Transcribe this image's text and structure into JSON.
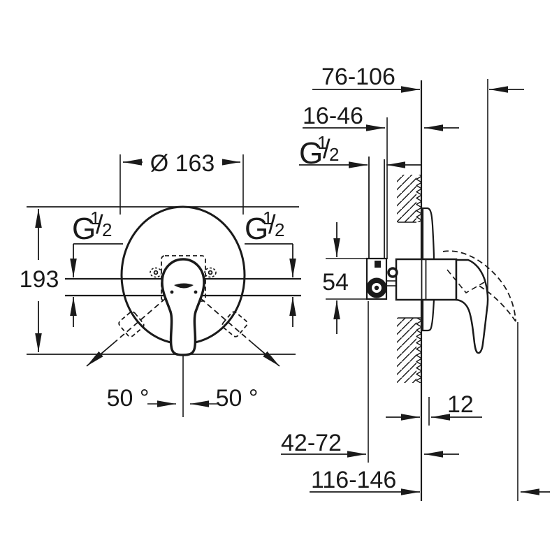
{
  "drawing": {
    "type": "technical-dimension-drawing",
    "subject": "concealed single-lever shower mixer, front view and side section view",
    "colors": {
      "ink": "#1a1a1a",
      "paper": "#ffffff"
    }
  },
  "labels": {
    "diameter": "Ø 163",
    "height": "193",
    "angle_left": "50 °",
    "angle_right": "50 °",
    "depth_min_max": "76-106",
    "inlet_depth": "16-46",
    "body_height": "54",
    "plate_thickness": "12",
    "concealed_depth": "42-72",
    "handle_projection": "116-146",
    "g_half": {
      "g": "G",
      "num": "1",
      "slash": "/",
      "den": "2"
    }
  }
}
